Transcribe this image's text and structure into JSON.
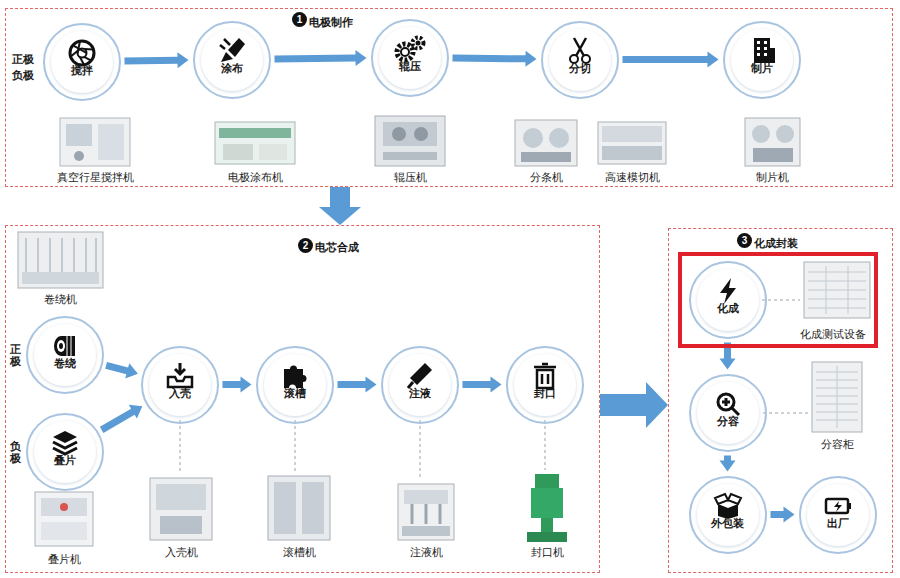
{
  "diagram": {
    "nodes": [
      {
        "text": [
          "电极制作"
        ]
      },
      {
        "text": [
          "搅拌"
        ],
        "in": 0
      },
      {
        "text": [
          "涂布"
        ],
        "in": 0
      },
      {
        "text": [
          "辊压"
        ],
        "in": 0
      },
      {
        "text": [
          "分切"
        ],
        "in": 0
      },
      {
        "text": [
          "制片"
        ],
        "in": 0
      },
      {
        "text": [
          "电芯合成"
        ]
      },
      {
        "text": [
          "卷绕"
        ],
        "in": 6
      },
      {
        "text": [
          "叠片"
        ],
        "in": 6
      },
      {
        "text": [
          "入壳"
        ],
        "in": 6
      },
      {
        "text": [
          "滚槽"
        ],
        "in": 6
      },
      {
        "text": [
          "注液"
        ],
        "in": 6
      },
      {
        "text": [
          "封口"
        ],
        "in": 6
      },
      {
        "text": [
          "化成封装"
        ]
      },
      {
        "text": [
          "化成测试设备"
        ],
        "in": 13
      },
      {
        "text": [
          "化成"
        ],
        "in": 14
      },
      {
        "text": [
          "分容"
        ],
        "in": 13
      },
      {
        "text": [
          "外包装"
        ],
        "in": 13
      },
      {
        "text": [
          "出厂"
        ],
        "in": 13
      }
    ],
    "edges": [
      {
        "from": 1,
        "to": 2,
        "arrow": "to"
      },
      {
        "from": 2,
        "to": 3,
        "arrow": "to"
      },
      {
        "from": 3,
        "to": 4,
        "arrow": "to"
      },
      {
        "from": 4,
        "to": 5,
        "arrow": "to"
      },
      {
        "from": 0,
        "to": 6,
        "arrow": "to"
      },
      {
        "from": 7,
        "to": 9,
        "arrow": "to"
      },
      {
        "from": 8,
        "to": 9,
        "arrow": "to"
      },
      {
        "from": 9,
        "to": 10,
        "arrow": "to"
      },
      {
        "from": 10,
        "to": 11,
        "arrow": "to"
      },
      {
        "from": 11,
        "to": 12,
        "arrow": "to"
      },
      {
        "from": 6,
        "to": 13,
        "arrow": "to"
      },
      {
        "from": 15,
        "to": 16,
        "arrow": "to"
      },
      {
        "from": 16,
        "to": 17,
        "arrow": "to"
      },
      {
        "from": 17,
        "to": 18,
        "arrow": "to"
      }
    ],
    "labels": [
      "1",
      "正极",
      "负极",
      "真空行星搅拌机",
      "电极涂布机",
      "辊压机",
      "分条机",
      "高速模切机",
      "制片机",
      "2",
      "卷绕机",
      "正极",
      "负极",
      "叠片机",
      "入壳机",
      "滚槽机",
      "注液机",
      "封口机",
      "3",
      "分容柜"
    ]
  }
}
